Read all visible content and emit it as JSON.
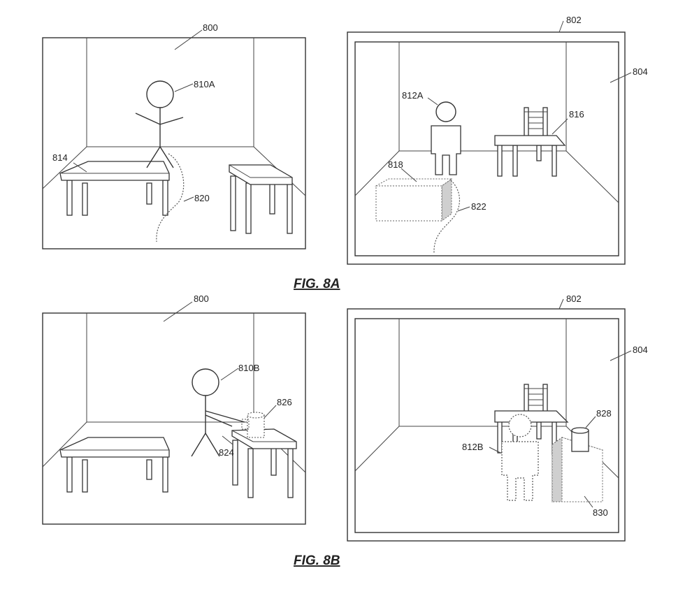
{
  "figures": {
    "fig8a": {
      "title": "FIG. 8A"
    },
    "fig8b": {
      "title": "FIG. 8B"
    }
  },
  "labels": {
    "a_physical_room": "800",
    "a_display_device": "802",
    "a_display_screen": "804",
    "a_person": "810A",
    "a_avatar": "812A",
    "a_table_physical": "814",
    "a_table_virtual": "816",
    "a_virtual_box": "818",
    "a_path_physical": "820",
    "a_path_virtual": "822",
    "b_physical_room": "800",
    "b_display_device": "802",
    "b_display_screen": "804",
    "b_person": "810B",
    "b_avatar": "812B",
    "b_hand": "824",
    "b_cup_physical": "826",
    "b_cup_virtual": "828",
    "b_virtual_box": "830"
  }
}
